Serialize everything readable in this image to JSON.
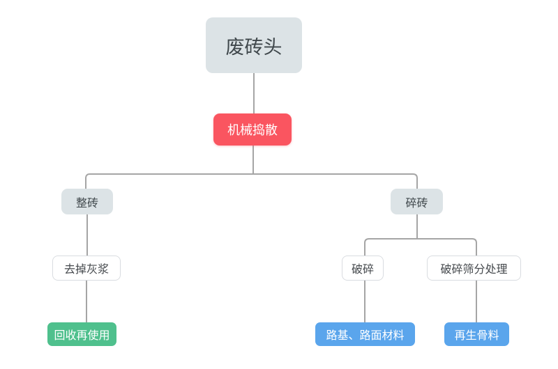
{
  "diagram": {
    "type": "flowchart",
    "nodes": {
      "root": {
        "label": "废砖头"
      },
      "process": {
        "label": "机械捣散"
      },
      "whole_brick": {
        "label": "整砖"
      },
      "broken_brick": {
        "label": "碎砖"
      },
      "remove_mortar": {
        "label": "去掉灰浆"
      },
      "crush": {
        "label": "破碎"
      },
      "crush_screen": {
        "label": "破碎筛分处理"
      },
      "reuse": {
        "label": "回收再使用"
      },
      "road_material": {
        "label": "路基、路面材料"
      },
      "recycled_aggregate": {
        "label": "再生骨料"
      }
    },
    "edges": [
      {
        "from": "废砖头",
        "to": "机械捣散"
      },
      {
        "from": "机械捣散",
        "to": "整砖"
      },
      {
        "from": "机械捣散",
        "to": "碎砖"
      },
      {
        "from": "整砖",
        "to": "去掉灰浆"
      },
      {
        "from": "去掉灰浆",
        "to": "回收再使用"
      },
      {
        "from": "碎砖",
        "to": "破碎"
      },
      {
        "from": "碎砖",
        "to": "破碎筛分处理"
      },
      {
        "from": "破碎",
        "to": "路基、路面材料"
      },
      {
        "from": "破碎筛分处理",
        "to": "再生骨料"
      }
    ],
    "colors": {
      "gray_node_fill": "#dce3e6",
      "highlight_red": "#fa5560",
      "success_green": "#4fc08d",
      "info_blue": "#5aa5ec",
      "plain_node_border": "#d9dce0",
      "connector_gray": "#a5a5a5",
      "dark_text": "#3f474b",
      "light_text": "#ffffff"
    }
  }
}
